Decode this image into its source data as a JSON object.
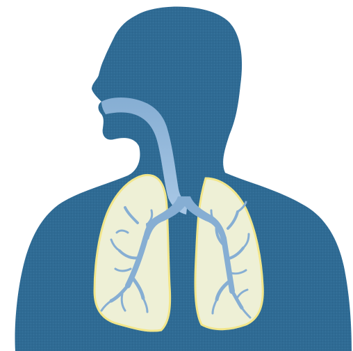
{
  "illustration": {
    "subject": "human-respiratory-system",
    "parts": [
      "head-and-torso-silhouette",
      "trachea",
      "left-lung",
      "right-lung",
      "bronchial-tree"
    ],
    "colors": {
      "background": "#ffffff",
      "silhouette": "#2f6b94",
      "silhouette_dither": "#3c77a0",
      "airway": "#86aed3",
      "airway_light": "#a9c8e6",
      "lung_fill": "#eef0d6",
      "lung_outline": "#f2e68a"
    }
  }
}
